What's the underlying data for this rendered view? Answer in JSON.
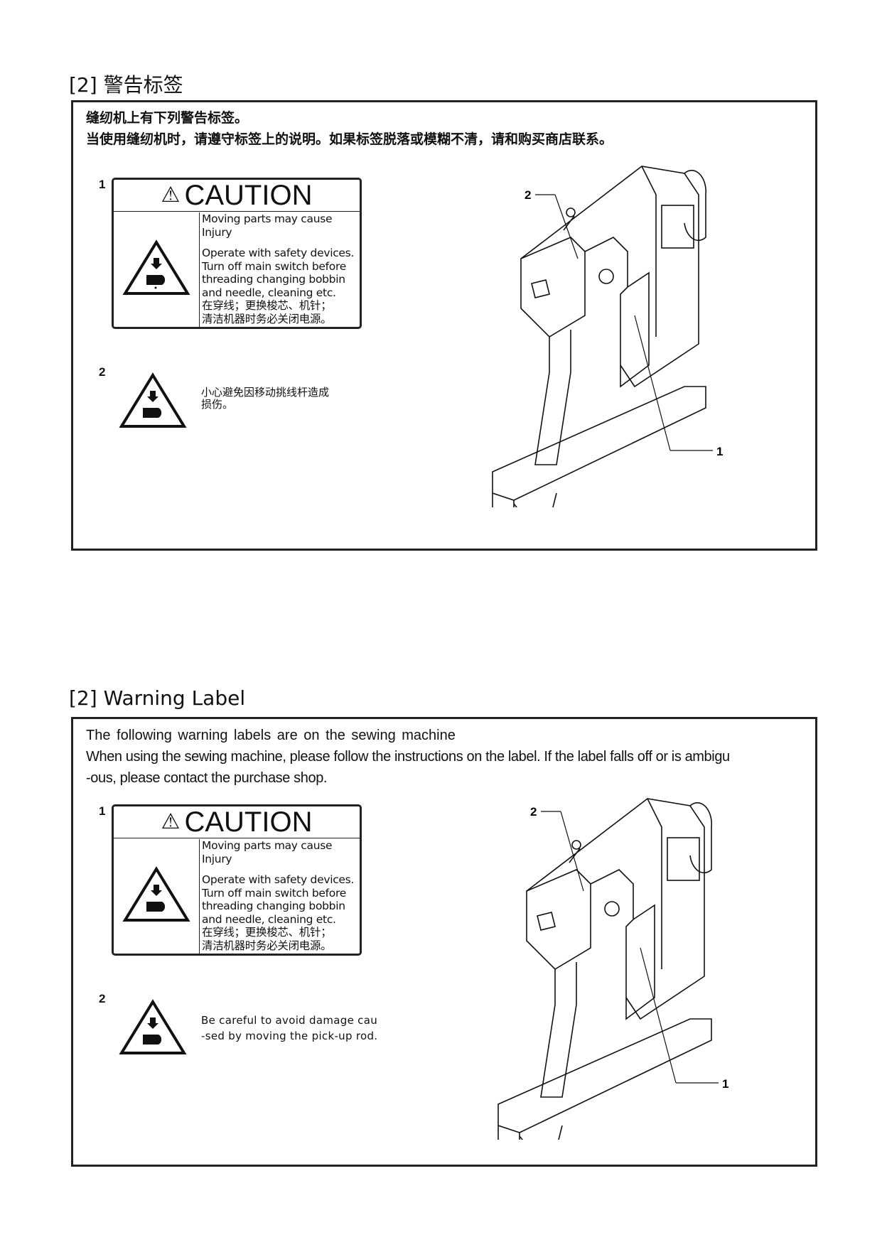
{
  "zh": {
    "heading": "[2] 警告标签",
    "intro_line1": "缝纫机上有下列警告标签。",
    "intro_line2": "当使用缝纫机时，请遵守标签上的说明。如果标签脱落或模糊不清，请和购买商店联系。",
    "label1_number": "1",
    "label2_number": "2",
    "caution_title": "CAUTION",
    "caution_lines": [
      "Moving parts may cause",
      "Injury",
      "Operate with safety devices.",
      "Turn off main switch before",
      "threading changing bobbin",
      "and needle, cleaning etc.",
      "在穿线；更换梭芯、机针；",
      "清洁机器时务必关闭电源。"
    ],
    "label2_text": [
      "小心避免因移动挑线杆造成",
      "损伤。"
    ],
    "callout1": "1",
    "callout2": "2"
  },
  "en": {
    "heading": "[2] Warning Label",
    "intro_line1": "The following warning labels are on the sewing machine",
    "intro_line2": "When using the sewing machine, please follow the instructions on the label. If the label falls off or is ambigu",
    "intro_line3": "-ous, please contact the purchase shop.",
    "label1_number": "1",
    "label2_number": "2",
    "caution_title": "CAUTION",
    "caution_lines": [
      "Moving parts may cause",
      "Injury",
      "Operate with safety devices.",
      "Turn off main switch before",
      "threading changing bobbin",
      "and needle, cleaning etc.",
      "在穿线；更换梭芯、机针；",
      "清洁机器时务必关闭电源。"
    ],
    "label2_text": [
      "Be careful to avoid damage cau",
      "-sed by moving the pick-up rod."
    ],
    "callout1": "1",
    "callout2": "2"
  }
}
